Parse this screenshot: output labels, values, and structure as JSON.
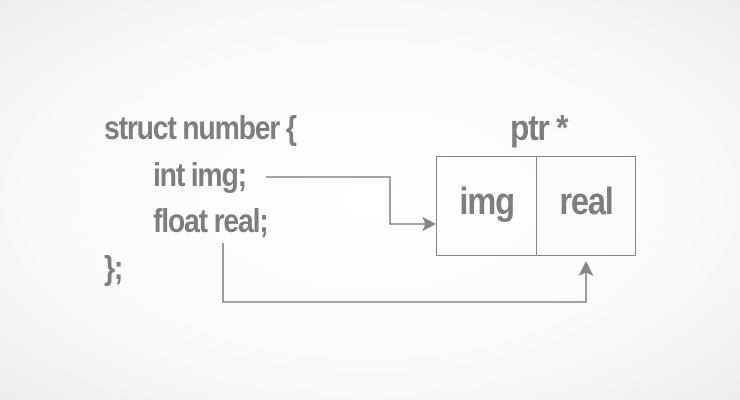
{
  "code": {
    "line1": "struct number {",
    "line2": "int img;",
    "line3": "float real;",
    "line4": "};"
  },
  "pointer": {
    "label": "ptr *"
  },
  "memory": {
    "cells": [
      "img",
      "real"
    ]
  },
  "colors": {
    "text": "#7e7e7e",
    "lines": "#858585",
    "background": "#fbfbfb"
  }
}
